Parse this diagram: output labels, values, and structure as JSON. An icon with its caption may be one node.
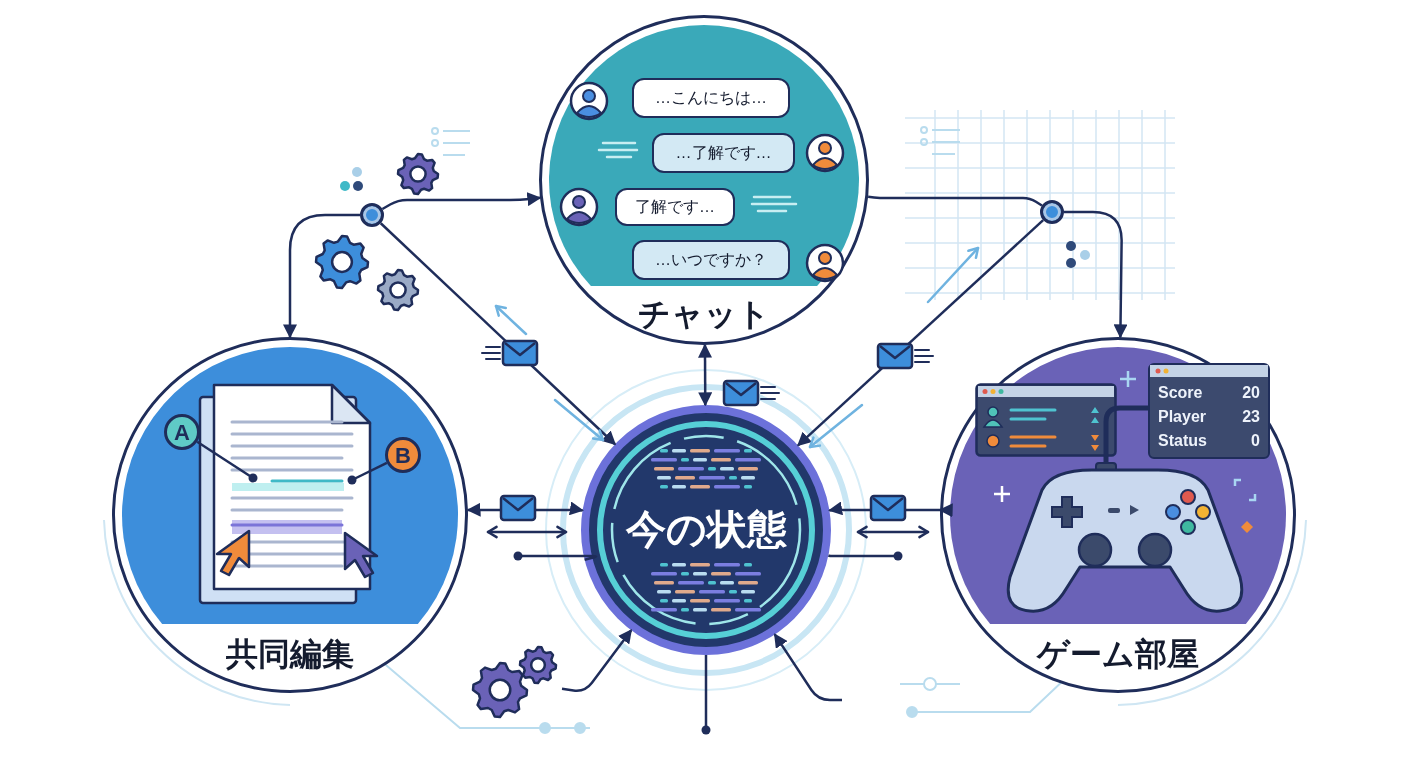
{
  "diagram": {
    "nodes": [
      {
        "text": [
          "チャット"
        ]
      },
      {
        "text": [
          "…こんにちは…"
        ],
        "in": 0
      },
      {
        "text": [
          "…了解です…"
        ],
        "in": 0
      },
      {
        "text": [
          "了解です…"
        ],
        "in": 0
      },
      {
        "text": [
          "…いつですか？"
        ],
        "in": 0
      },
      {
        "text": [],
        "shape": "circle"
      },
      {
        "text": [],
        "shape": "circle"
      },
      {
        "text": [
          "共同編集"
        ]
      },
      {
        "text": [
          "A"
        ],
        "in": 7
      },
      {
        "text": [
          "B"
        ],
        "in": 7
      },
      {
        "text": [
          "今の状態"
        ]
      },
      {
        "text": [
          "ゲーム部屋"
        ]
      },
      {
        "text": [
          "Score",
          "20",
          "Player",
          "23",
          "Status",
          "0"
        ],
        "in": 11
      },
      {
        "text": [],
        "shape": "picture"
      }
    ],
    "edges": [
      {
        "from": 5,
        "to": 0,
        "arrow": "to"
      },
      {
        "from": 5,
        "to": 7,
        "arrow": "to"
      },
      {
        "from": 5,
        "to": 10,
        "arrow": "to"
      },
      {
        "from": 0,
        "to": 6,
        "arrow": "none"
      },
      {
        "from": 6,
        "to": 11,
        "arrow": "to"
      },
      {
        "from": 6,
        "to": 10,
        "arrow": "to"
      },
      {
        "from": 10,
        "to": 0,
        "arrow": "both"
      },
      {
        "from": 7,
        "to": 10,
        "arrow": "both"
      },
      {
        "from": 10,
        "to": 11,
        "arrow": "both"
      },
      {
        "from": 13,
        "to": 10,
        "arrow": "to"
      },
      {
        "from": null,
        "to": 10,
        "arrow": "to"
      },
      {
        "from": 10,
        "to": null,
        "arrow": "other"
      },
      {
        "from": 10,
        "to": null,
        "arrow": "other"
      },
      {
        "from": 10,
        "to": null,
        "arrow": "other"
      },
      {
        "from": 8,
        "to": null,
        "arrow": "other"
      },
      {
        "from": 9,
        "to": null,
        "arrow": "other"
      }
    ]
  }
}
